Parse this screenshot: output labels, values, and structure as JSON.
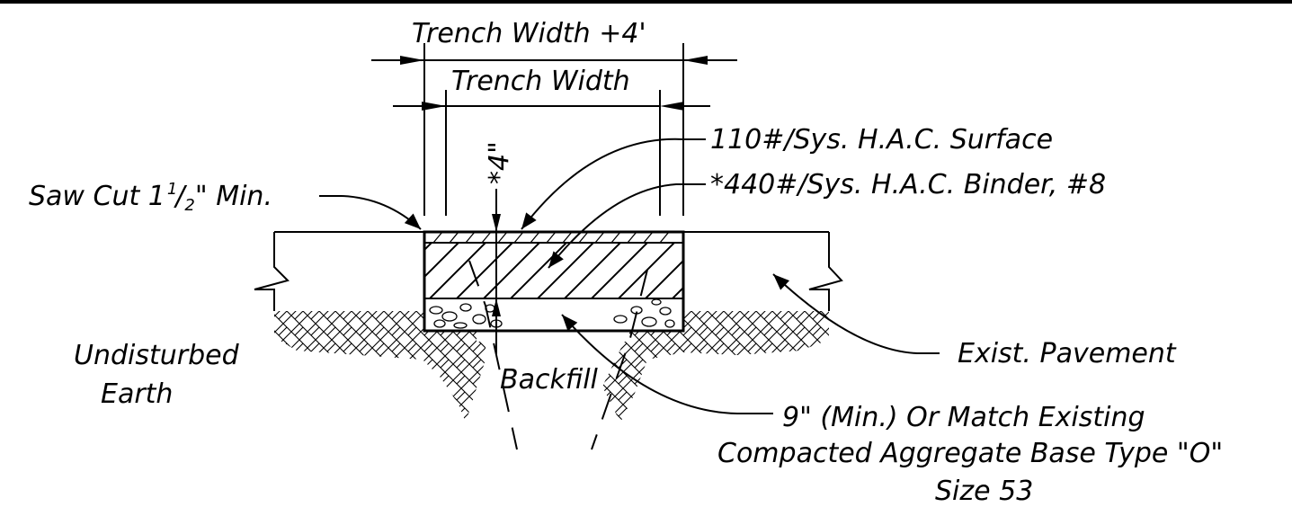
{
  "labels": {
    "trench_width_plus": "Trench Width +4'",
    "trench_width": "Trench Width",
    "depth_4": "*4\"",
    "surface": "110#/Sys. H.A.C. Surface",
    "binder": "*440#/Sys. H.A.C. Binder, #8",
    "saw_cut_prefix": "Saw Cut 1",
    "saw_cut_frac_num": "1",
    "saw_cut_frac_den": "2",
    "saw_cut_suffix": "\" Min.",
    "undisturbed_1": "Undisturbed",
    "undisturbed_2": "Earth",
    "backfill": "Backfill",
    "exist_pavement": "Exist. Pavement",
    "base_1": "9\" (Min.) Or Match Existing",
    "base_2": "Compacted Aggregate Base Type \"O\"",
    "base_3": "Size 53"
  }
}
